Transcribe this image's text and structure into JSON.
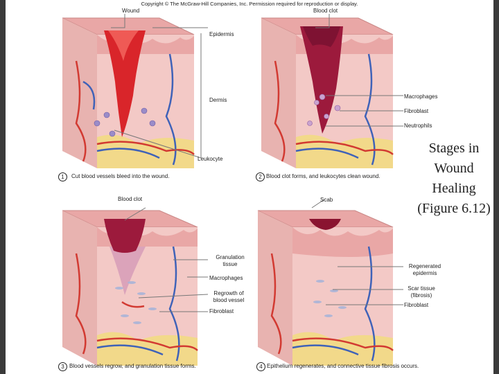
{
  "copyright": "Copyright © The McGraw-Hill Companies, Inc. Permission required for reproduction or display.",
  "title": "Stages in Wound Healing (Figure 6.12)",
  "colors": {
    "skin": "#f3c9c6",
    "epidermis": "#e9a7a6",
    "epidermis_edge": "#c98786",
    "clot_fresh": "#d9252a",
    "clot_dark": "#9c1a3c",
    "artery": "#d23a32",
    "vein": "#3f62b8",
    "fat": "#f2d98a",
    "frame": "#3a3a3a"
  },
  "panels": [
    {
      "number": "1",
      "caption": "Cut blood vessels bleed into the wound.",
      "labels": [
        "Wound",
        "Epidermis",
        "Dermis",
        "Leukocyte"
      ]
    },
    {
      "number": "2",
      "caption": "Blood clot forms, and leukocytes clean wound.",
      "labels": [
        "Blood clot",
        "Macrophages",
        "Fibroblast",
        "Neutrophils"
      ]
    },
    {
      "number": "3",
      "caption": "Blood vessels regrow, and granulation tissue forms.",
      "labels": [
        "Blood clot",
        "Granulation tissue",
        "Macrophages",
        "Regrowth of blood vessel",
        "Fibroblast"
      ]
    },
    {
      "number": "4",
      "caption": "Epithelium regenerates, and connective tissue fibrosis occurs.",
      "labels": [
        "Scab",
        "Regenerated epidermis",
        "Scar tissue (fibrosis)",
        "Fibroblast"
      ]
    }
  ]
}
